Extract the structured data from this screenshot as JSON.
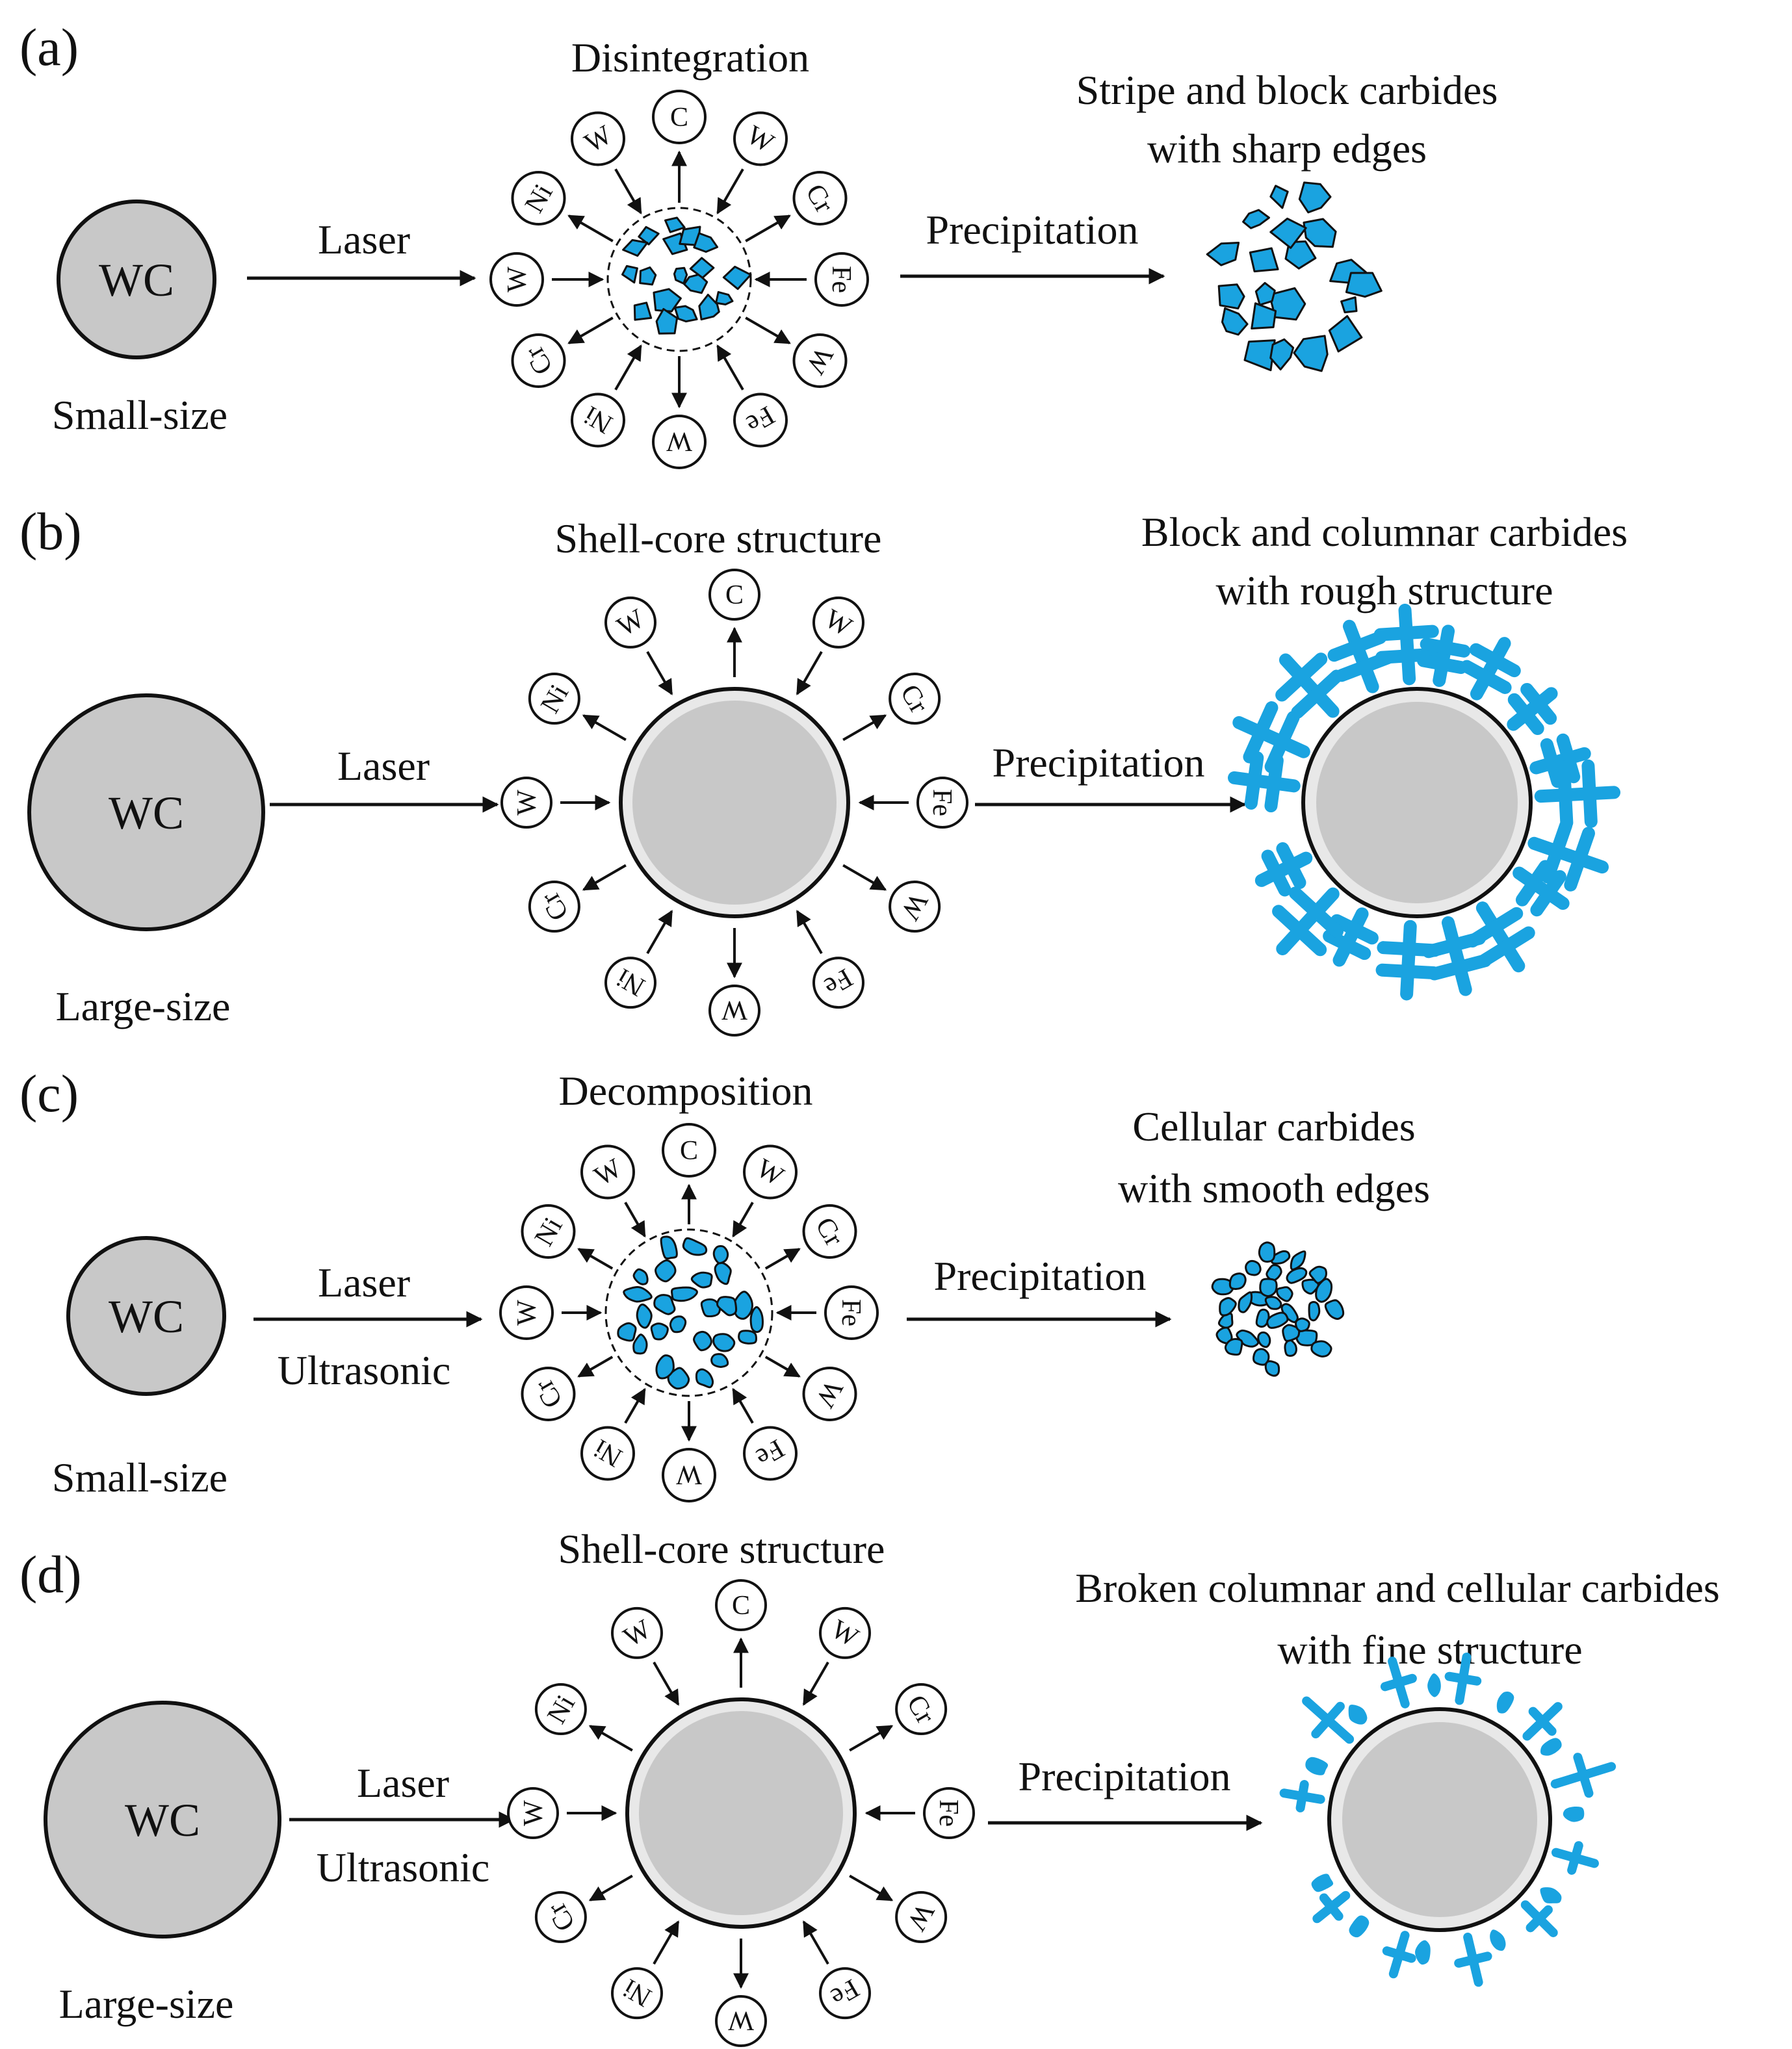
{
  "colors": {
    "carbide": "#1aa3e0",
    "wc_fill": "#c8c8c8",
    "shell_fill": "#e8e8e8",
    "stroke": "#111111"
  },
  "panels": [
    {
      "label": "(a)",
      "title": "Disintegration",
      "caption": [
        "Stripe and block carbides",
        "with sharp edges"
      ],
      "particle": {
        "label": "WC",
        "size": "Small-size"
      },
      "process": [
        "Laser"
      ],
      "precipitation": "Precipitation",
      "mode": "small",
      "grain_style": "sharp",
      "atoms": [
        "C",
        "W",
        "Cr",
        "Fe",
        "W",
        "Fe",
        "W",
        "Ni",
        "Cr",
        "W",
        "Ni",
        "W"
      ]
    },
    {
      "label": "(b)",
      "title": "Shell-core structure",
      "caption": [
        "Block and columnar carbides",
        "with rough structure"
      ],
      "particle": {
        "label": "WC",
        "size": "Large-size"
      },
      "process": [
        "Laser"
      ],
      "precipitation": "Precipitation",
      "mode": "large",
      "grain_style": "rough",
      "atoms": [
        "C",
        "W",
        "Cr",
        "Fe",
        "W",
        "Fe",
        "W",
        "Ni",
        "Cr",
        "W",
        "Ni",
        "W"
      ]
    },
    {
      "label": "(c)",
      "title": "Decomposition",
      "caption": [
        "Cellular carbides",
        "with smooth edges"
      ],
      "particle": {
        "label": "WC",
        "size": "Small-size"
      },
      "process": [
        "Laser",
        "Ultrasonic"
      ],
      "precipitation": "Precipitation",
      "mode": "small",
      "grain_style": "smooth",
      "atoms": [
        "C",
        "W",
        "Cr",
        "Fe",
        "W",
        "Fe",
        "W",
        "Ni",
        "Cr",
        "W",
        "Ni",
        "W"
      ]
    },
    {
      "label": "(d)",
      "title": "Shell-core structure",
      "caption": [
        "Broken columnar and cellular carbides",
        "with fine structure"
      ],
      "particle": {
        "label": "WC",
        "size": "Large-size"
      },
      "process": [
        "Laser",
        "Ultrasonic"
      ],
      "precipitation": "Precipitation",
      "mode": "large",
      "grain_style": "fine",
      "atoms": [
        "C",
        "W",
        "Cr",
        "Fe",
        "W",
        "Fe",
        "W",
        "Ni",
        "Cr",
        "W",
        "Ni",
        "W"
      ]
    }
  ]
}
